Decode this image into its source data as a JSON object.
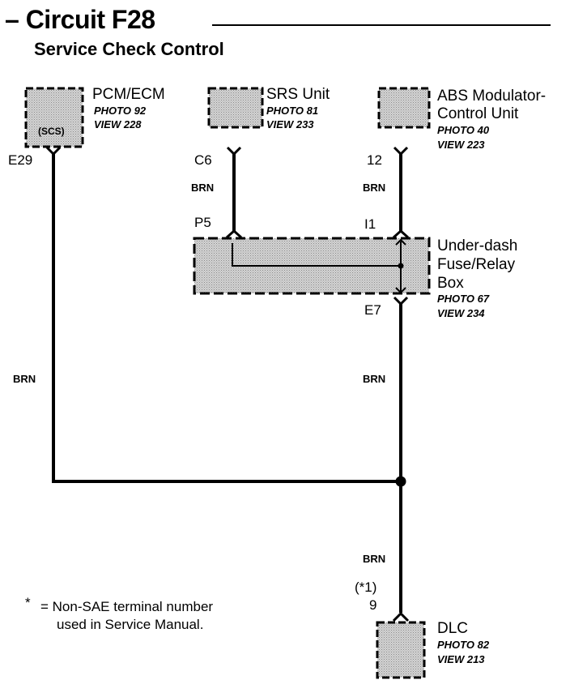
{
  "header": {
    "title": "– Circuit F28",
    "subtitle": "Service Check Control"
  },
  "components": {
    "pcm": {
      "name": "PCM/ECM",
      "photo": "PHOTO 92",
      "view": "VIEW 228",
      "inner_label": "(SCS)"
    },
    "srs": {
      "name": "SRS Unit",
      "photo": "PHOTO 81",
      "view": "VIEW 233"
    },
    "abs": {
      "name_line1": "ABS Modulator-",
      "name_line2": "Control Unit",
      "photo": "PHOTO 40",
      "view": "VIEW 223"
    },
    "fusebox": {
      "name_line1": "Under-dash",
      "name_line2": "Fuse/Relay",
      "name_line3": "Box",
      "photo": "PHOTO 67",
      "view": "VIEW 234"
    },
    "dlc": {
      "name": "DLC",
      "photo": "PHOTO 82",
      "view": "VIEW 213"
    }
  },
  "pins": {
    "pcm": "E29",
    "srs": "C6",
    "abs": "12",
    "fuse_p": "P5",
    "fuse_i": "I1",
    "fuse_e": "E7",
    "dlc_star": "(*1)",
    "dlc": "9"
  },
  "wires": {
    "srs_to_fuse": "BRN",
    "abs_to_fuse": "BRN",
    "pcm_trunk": "BRN",
    "fuse_to_splice": "BRN",
    "splice_to_dlc": "BRN"
  },
  "note": {
    "star": "*",
    "line1": "= Non-SAE terminal number",
    "line2": "used in Service Manual."
  }
}
